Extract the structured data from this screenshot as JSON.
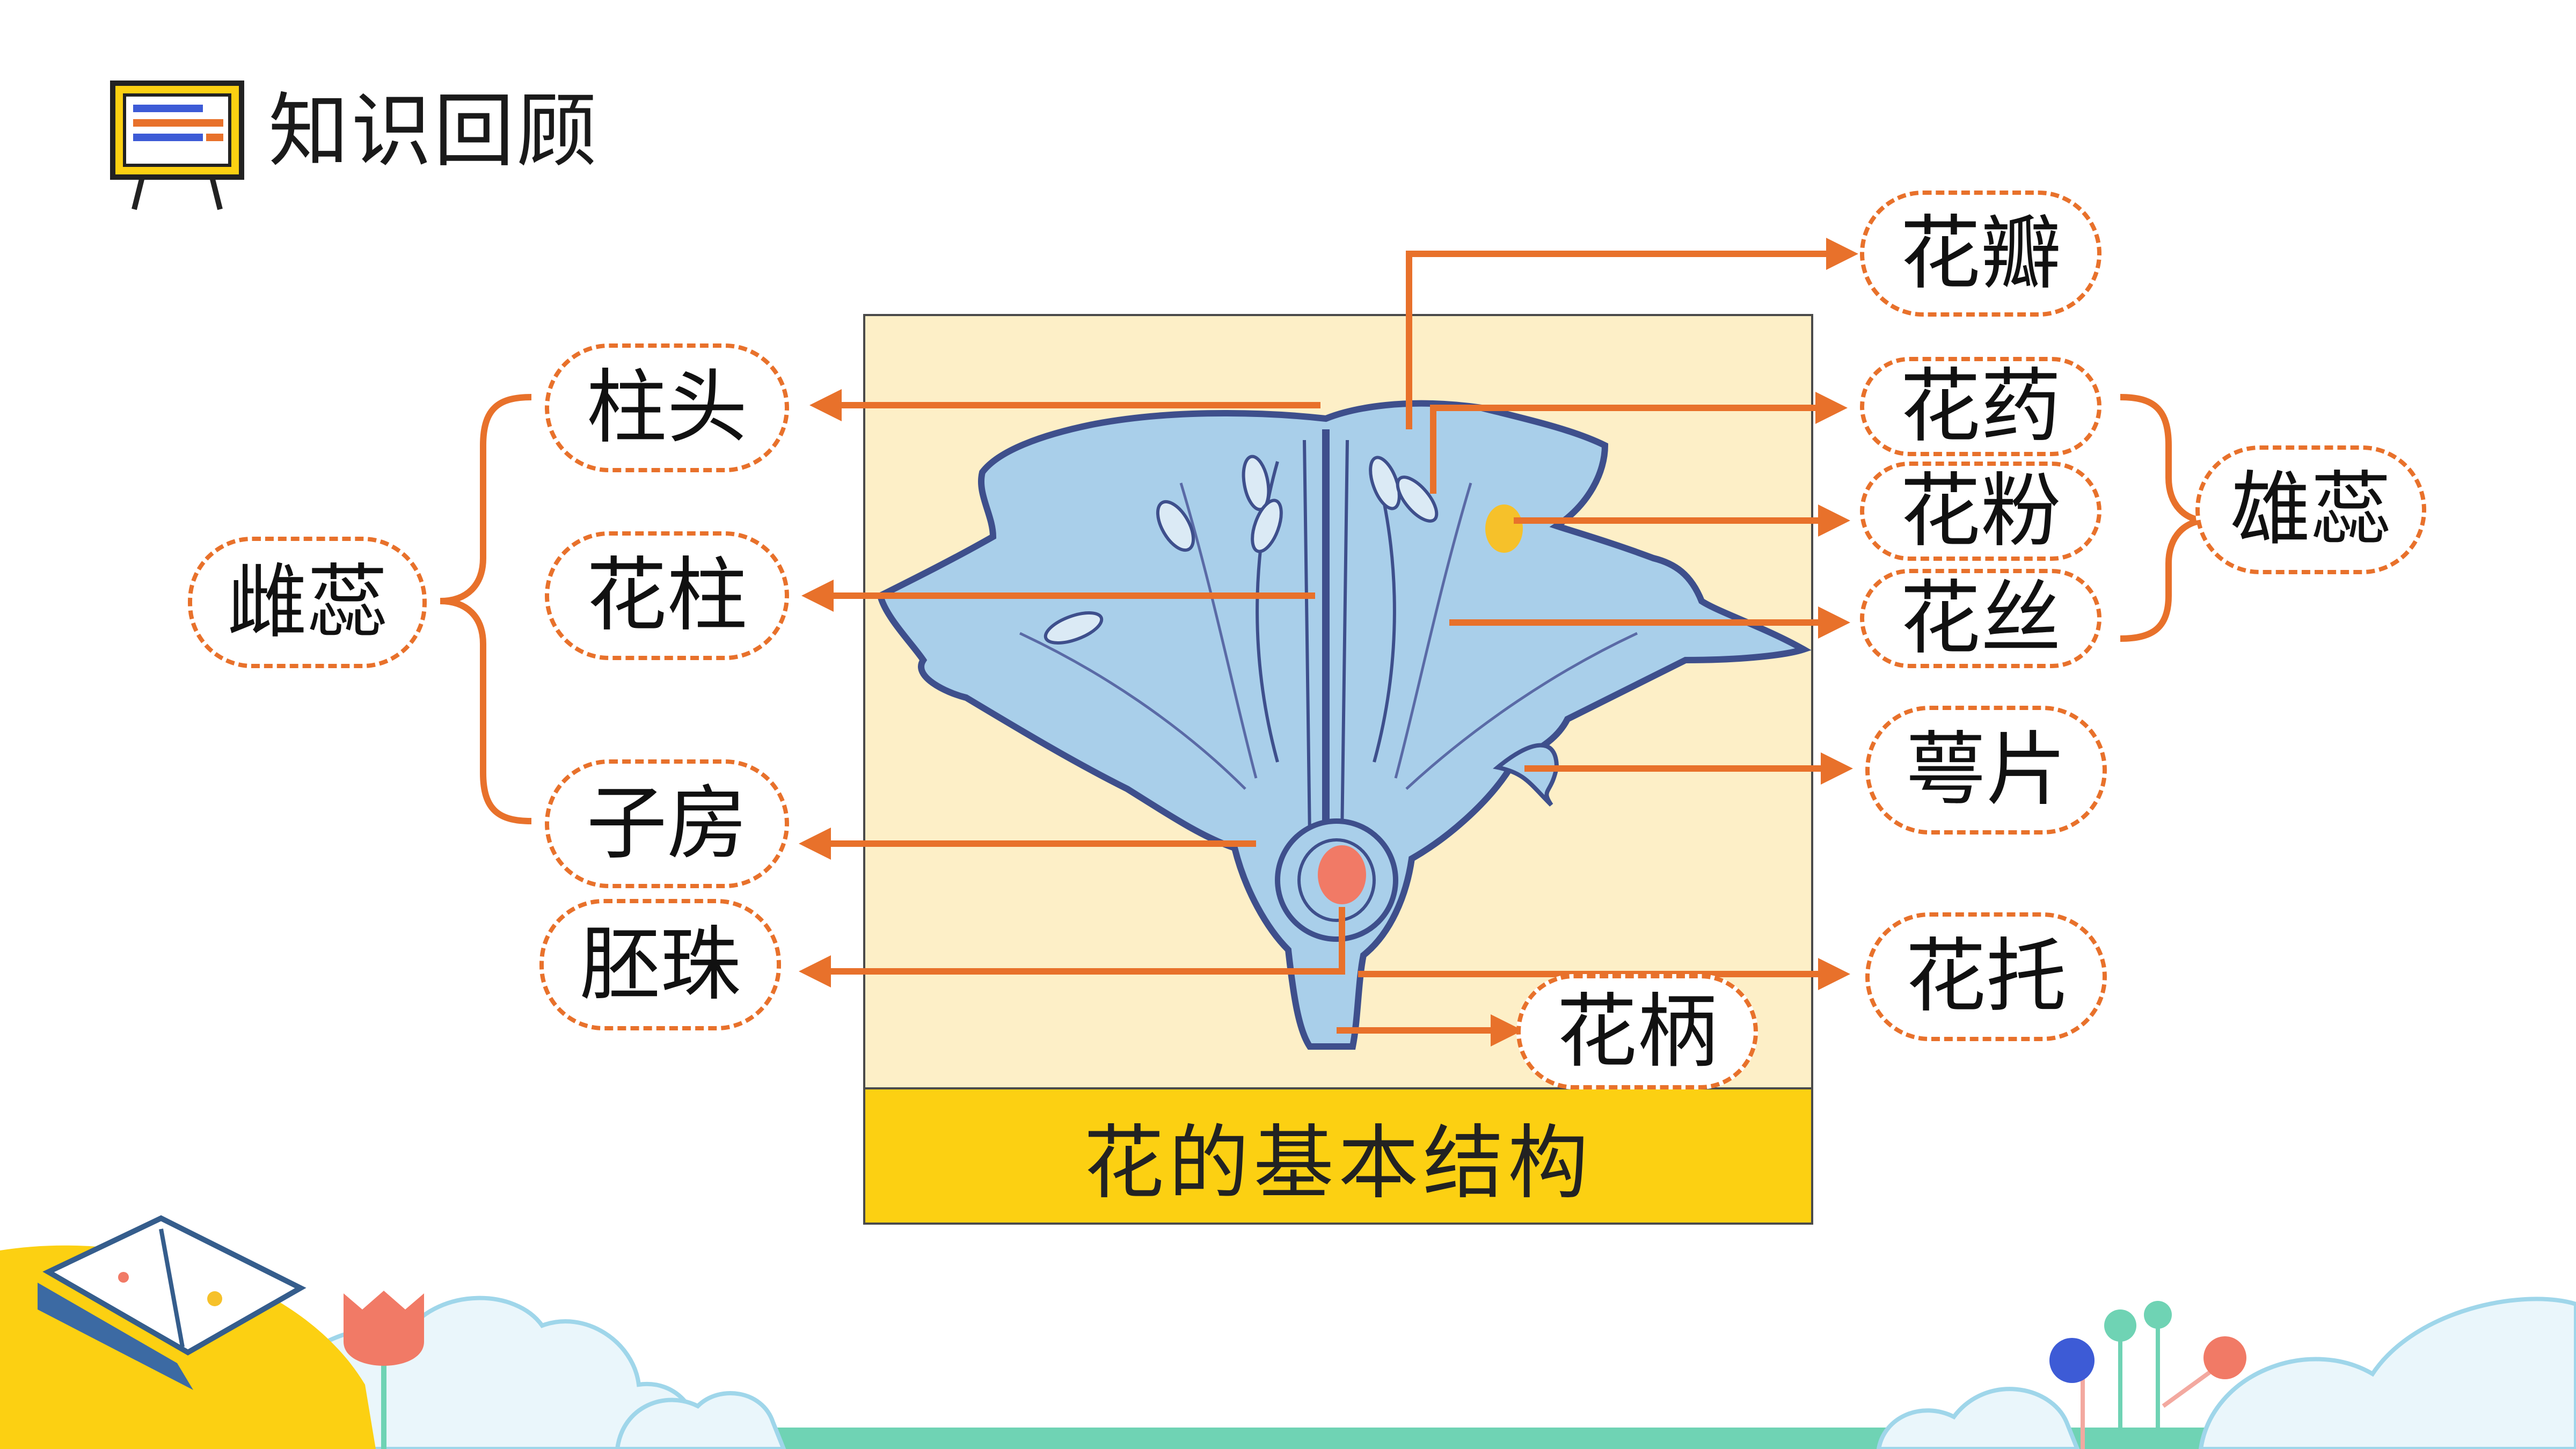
{
  "header": {
    "title": "知识回顾"
  },
  "diagram": {
    "caption": "花的基本结构",
    "labels": {
      "petal": "花瓣",
      "anther": "花药",
      "pollen": "花粉",
      "filament": "花丝",
      "stamen": "雄蕊",
      "sepal": "萼片",
      "receptacle": "花托",
      "pedicel": "花柄",
      "stigma": "柱头",
      "style": "花柱",
      "ovary": "子房",
      "ovule": "胚珠",
      "pistil": "雌蕊"
    }
  },
  "colors": {
    "accent": "#e8712b",
    "panel": "#fdefc7",
    "caption_bar": "#fcd012",
    "flower": "#a9cfea",
    "pollen_dot": "#f6c12a",
    "ovule_dot": "#f17a66"
  }
}
